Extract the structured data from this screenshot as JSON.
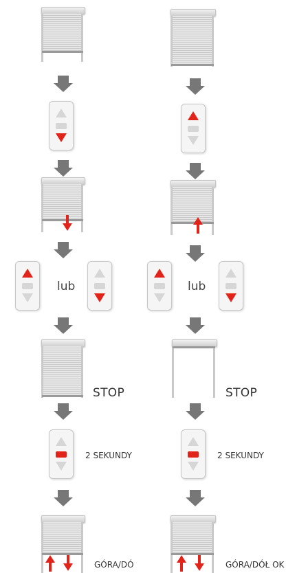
{
  "labels": {
    "lub": "lub",
    "stop": "STOP",
    "seconds": "2 SEKUNDY",
    "final_left": "GÓRA/DÓ",
    "final_right": "GÓRA/DÓŁ OK"
  },
  "colors": {
    "active_button": "#e2231a",
    "flow_arrow": "#777777"
  },
  "icons": [
    "roller-shutter-icon",
    "remote-control-icon",
    "flow-arrow-icon",
    "red-up-arrow-icon",
    "red-down-arrow-icon"
  ]
}
